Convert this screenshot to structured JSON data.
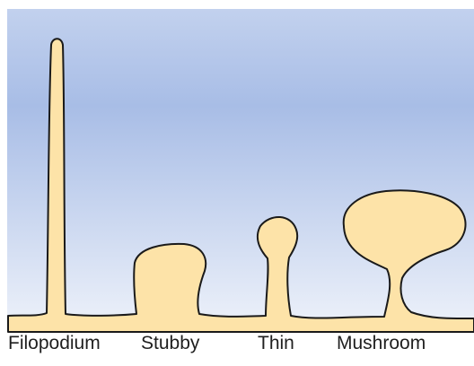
{
  "labels": {
    "filopodium": "Filopodium",
    "stubby": "Stubby",
    "thin": "Thin",
    "mushroom": "Mushroom"
  },
  "colors": {
    "background_top": "#a8bde6",
    "background_bottom": "#eef2fa",
    "shape_fill": "#fde3a8",
    "outline": "#1a1a1a"
  }
}
